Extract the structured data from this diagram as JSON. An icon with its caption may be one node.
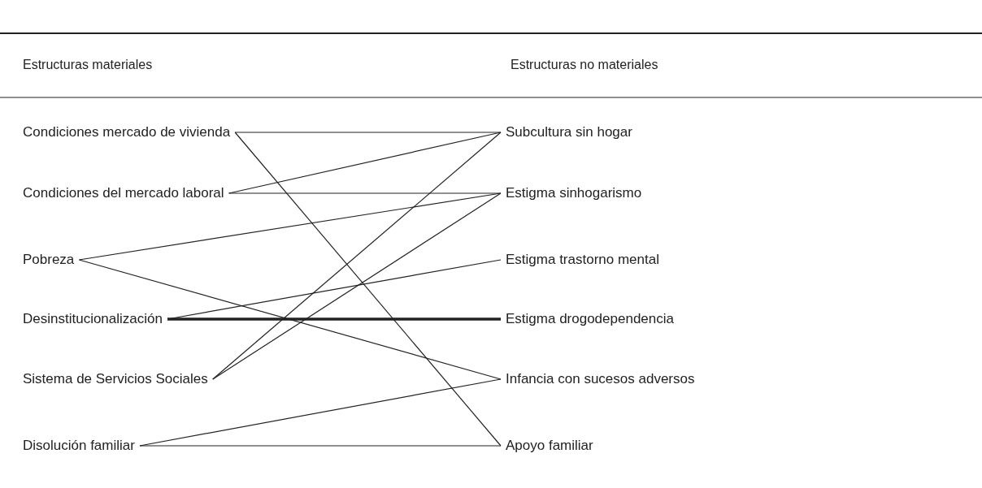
{
  "diagram": {
    "nodes": [
      {
        "text": [
          "Condiciones mercado de vivienda"
        ]
      },
      {
        "text": [
          "Condiciones del mercado laboral"
        ]
      },
      {
        "text": [
          "Pobreza"
        ]
      },
      {
        "text": [
          "Desinstitucionalización"
        ]
      },
      {
        "text": [
          "Sistema de Servicios Sociales"
        ]
      },
      {
        "text": [
          "Disolución familiar"
        ]
      },
      {
        "text": [
          "Subcultura sin hogar"
        ]
      },
      {
        "text": [
          "Estigma sinhogarismo"
        ]
      },
      {
        "text": [
          "Estigma trastorno mental"
        ]
      },
      {
        "text": [
          "Estigma drogodependencia"
        ]
      },
      {
        "text": [
          "Infancia con sucesos adversos"
        ]
      },
      {
        "text": [
          "Apoyo familiar"
        ]
      }
    ],
    "edges": [
      {
        "from": 0,
        "to": 6,
        "arrow": "none"
      },
      {
        "from": 0,
        "to": 11,
        "arrow": "none"
      },
      {
        "from": 1,
        "to": 6,
        "arrow": "none"
      },
      {
        "from": 1,
        "to": 7,
        "arrow": "none"
      },
      {
        "from": 2,
        "to": 7,
        "arrow": "none"
      },
      {
        "from": 2,
        "to": 10,
        "arrow": "none"
      },
      {
        "from": 3,
        "to": 8,
        "arrow": "none"
      },
      {
        "from": 3,
        "to": 9,
        "arrow": "none",
        "style": "thick"
      },
      {
        "from": 4,
        "to": 6,
        "arrow": "none"
      },
      {
        "from": 4,
        "to": 7,
        "arrow": "none"
      },
      {
        "from": 5,
        "to": 10,
        "arrow": "none"
      },
      {
        "from": 5,
        "to": 11,
        "arrow": "none"
      }
    ],
    "labels": [
      "Estructuras materiales",
      "Estructuras no materiales"
    ]
  }
}
